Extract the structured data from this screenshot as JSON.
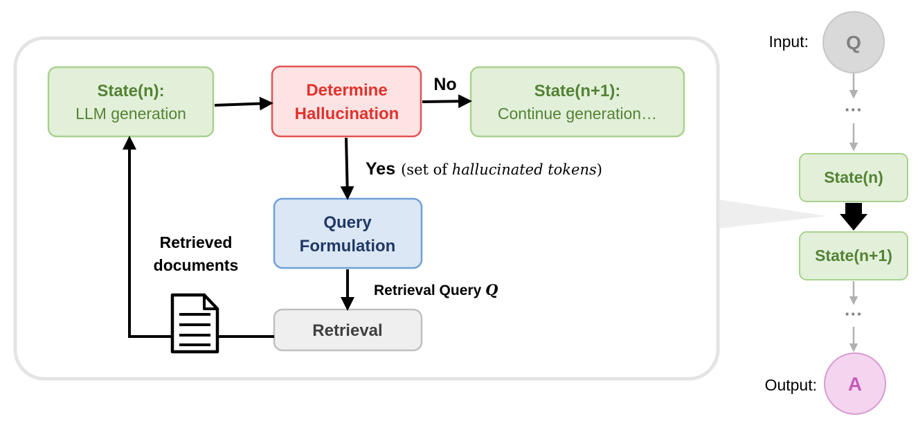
{
  "main": {
    "state_n": {
      "title": "State(n):",
      "subtitle": "LLM generation"
    },
    "determine": {
      "line1": "Determine",
      "line2": "Hallucination"
    },
    "no_label": "No",
    "state_n1": {
      "title": "State(n+1):",
      "subtitle": "Continue generation…"
    },
    "yes": {
      "word": "Yes",
      "detail_open": "(set of ",
      "detail_italic": "hallucinated tokens",
      "detail_close": ")"
    },
    "query": {
      "line1": "Query",
      "line2": "Formulation"
    },
    "retrieval_query": {
      "text": "Retrieval Query ",
      "symbol": "Q"
    },
    "retrieval": "Retrieval",
    "retrieved_docs": {
      "line1": "Retrieved",
      "line2": "documents"
    }
  },
  "side": {
    "input_label": "Input:",
    "input_node": "Q",
    "dots_top": "···",
    "state_n": "State(n)",
    "state_n1": "State(n+1)",
    "dots_bottom": "···",
    "output_label": "Output:",
    "output_node": "A"
  },
  "colors": {
    "green_fill": "#e2f0d9",
    "green_stroke": "#a9d18e",
    "green_text": "#548235",
    "red_fill": "#fde3e3",
    "red_stroke": "#e25252",
    "red_text": "#e0322d",
    "blue_fill": "#dbe7f4",
    "blue_stroke": "#6f9fd8",
    "blue_text": "#203864",
    "gray_fill": "#efefef",
    "gray_stroke": "#bfbfbf",
    "gray_text": "#404040",
    "pink_fill": "#f3d5ef",
    "pink_text": "#c55ab8"
  }
}
